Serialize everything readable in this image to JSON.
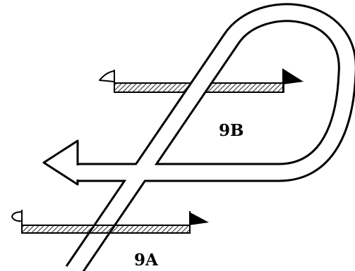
{
  "labels": {
    "upper_lane": "9B",
    "lower_lane": "9A"
  },
  "colors": {
    "ink": "#000000",
    "fill": "#ffffff",
    "hatch": "#333333"
  },
  "icons": {
    "lane_arrowhead": "solid-triangle",
    "lane_tail": "open-flag",
    "loop_arrowhead": "open-arrow"
  }
}
